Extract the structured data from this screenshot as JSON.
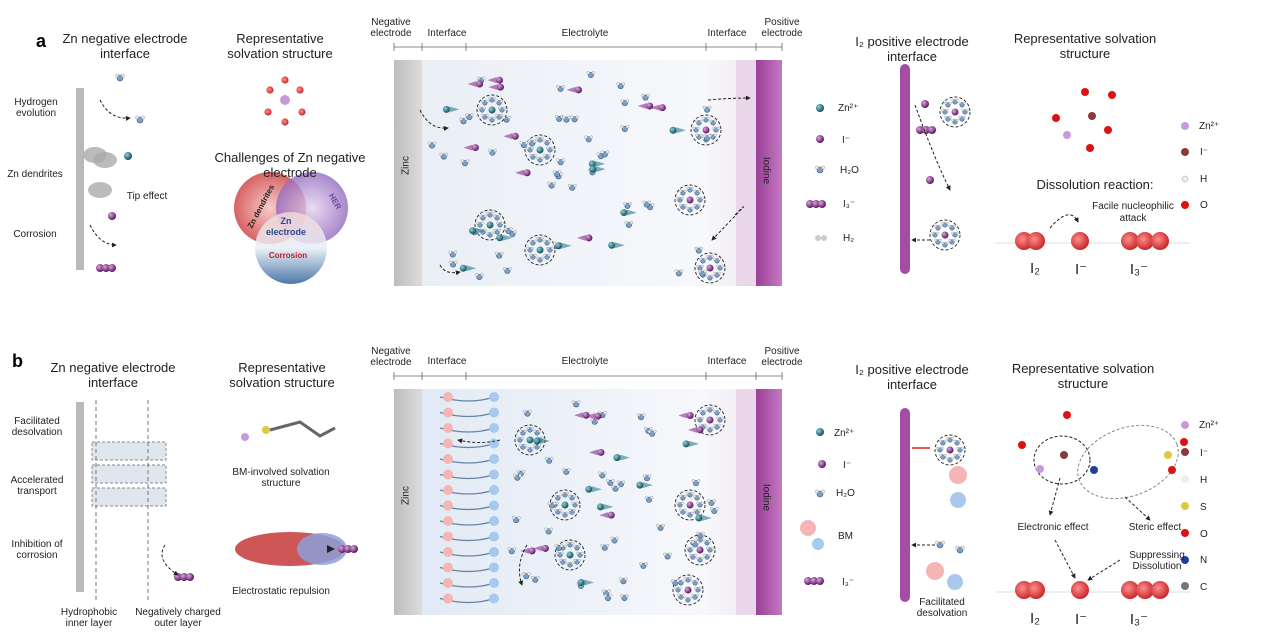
{
  "panel_a": {
    "letter": "a",
    "zn_title": "Zn negative electrode interface",
    "zn_labels": [
      "Hydrogen evolution",
      "Zn dendrites",
      "Corrosion"
    ],
    "tip_effect": "Tip effect",
    "solvation_title": "Representative solvation structure",
    "challenges_title": "Challenges of Zn negative electrode",
    "venn": {
      "dendrites": "Zn dendrites",
      "her": "HER",
      "center": "Zn electrode",
      "corrosion": "Corrosion"
    },
    "cell": {
      "neg": "Negative electrode",
      "interface_l": "Interface",
      "electrolyte": "Electrolyte",
      "interface_r": "Interface",
      "pos": "Positive electrode",
      "zinc": "Zinc",
      "iodine": "Iodine"
    },
    "legend": [
      "Zn²⁺",
      "I⁻",
      "H₂O",
      "I₃⁻",
      "H₂"
    ],
    "i2_title": "I₂ positive electrode interface",
    "right_title": "Representative solvation structure",
    "atom_legend": [
      "Zn²⁺",
      "I⁻",
      "H",
      "O"
    ],
    "dissolution": "Dissolution reaction:",
    "facile": "Facile nucleophilic attack",
    "species": [
      "I₂",
      "I⁻",
      "I₃⁻"
    ]
  },
  "panel_b": {
    "letter": "b",
    "zn_title": "Zn negative electrode interface",
    "zn_labels": [
      "Facilitated desolvation",
      "Accelerated transport",
      "Inhibition of corrosion"
    ],
    "layer_labels": [
      "Hydrophobic inner layer",
      "Negatively charged outer layer"
    ],
    "solvation_title": "Representative solvation structure",
    "bm_solvation": "BM-involved solvation structure",
    "electrostatic": "Electrostatic repulsion",
    "cell": {
      "neg": "Negative electrode",
      "interface_l": "Interface",
      "electrolyte": "Electrolyte",
      "interface_r": "Interface",
      "pos": "Positive electrode",
      "zinc": "Zinc",
      "iodine": "Iodine"
    },
    "legend": [
      "Zn²⁺",
      "I⁻",
      "H₂O",
      "BM",
      "I₃⁻"
    ],
    "i2_title": "I₂ positive electrode interface",
    "facilitated": "Facilitated desolvation",
    "right_title": "Representative solvation structure",
    "atom_legend": [
      "Zn²⁺",
      "I⁻",
      "H",
      "S",
      "O",
      "N",
      "C"
    ],
    "electronic": "Electronic effect",
    "steric": "Steric effect",
    "suppressing": "Suppressing Dissolution",
    "species": [
      "I₂",
      "I⁻",
      "I₃⁻"
    ]
  },
  "colors": {
    "zn": "#2b7d8a",
    "iodide": "#8a2d8c",
    "water_o": "#d33",
    "zinc_plate": "#c9c9c9",
    "iodine_plate": "#a64ea5",
    "bm_red": "#f2a0a0",
    "bm_blue": "#8fb8e6"
  }
}
